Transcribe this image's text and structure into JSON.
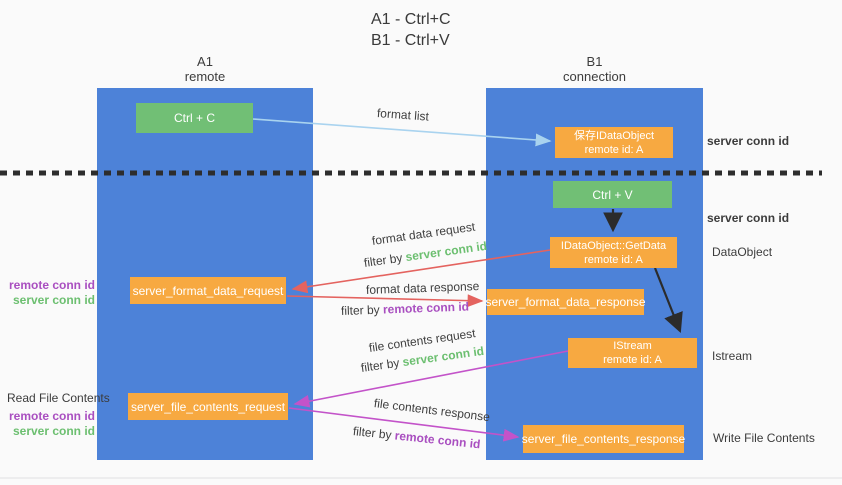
{
  "title": {
    "line1": "A1 - Ctrl+C",
    "line2": "B1 - Ctrl+V"
  },
  "lanes": {
    "left": {
      "title": "A1",
      "subtitle": "remote"
    },
    "right": {
      "title": "B1",
      "subtitle": "connection"
    }
  },
  "nodes": {
    "ctrl_c": {
      "label": "Ctrl + C"
    },
    "ctrl_v": {
      "label": "Ctrl + V"
    },
    "save_idataobject": {
      "line1": "保存IDataObject",
      "line2": "remote id: A"
    },
    "getdata": {
      "line1": "IDataObject::GetData",
      "line2": "remote id: A"
    },
    "istream": {
      "line1": "IStream",
      "line2": "remote id: A"
    },
    "server_format_data_request": {
      "label": "server_format_data_request"
    },
    "server_format_data_response": {
      "label": "server_format_data_response"
    },
    "server_file_contents_request": {
      "label": "server_file_contents_request"
    },
    "server_file_contents_response": {
      "label": "server_file_contents_response"
    }
  },
  "edge_labels": {
    "format_list": "format list",
    "format_data_request": "format data request",
    "format_data_response": "format data response",
    "file_contents_request": "file contents request",
    "file_contents_response": "file contents response",
    "filter_by": "filter by",
    "server_conn_id": "server conn id",
    "remote_conn_id": "remote conn id"
  },
  "side_labels": {
    "left": {
      "remote_conn_id": "remote conn id",
      "server_conn_id": "server conn id",
      "read_file_contents": "Read File Contents"
    },
    "right": {
      "server_conn_id_top": "server conn id",
      "server_conn_id_mid": "server conn id",
      "dataobject": "DataObject",
      "istream": "Istream",
      "write_file_contents": "Write File Contents"
    }
  },
  "colors": {
    "lane_blue": "#4d82d8",
    "node_green": "#71bf75",
    "node_orange": "#f7a941",
    "green_text": "#6cbf70",
    "purple_text": "#a94fc0",
    "arrow_red": "#e4635f",
    "arrow_magenta": "#c353c9",
    "arrow_light_blue": "#a9d3ef",
    "arrow_black": "#2b2b2b",
    "dotted_divider": "#2d2d2d",
    "text_dark": "#3c3c3c"
  }
}
